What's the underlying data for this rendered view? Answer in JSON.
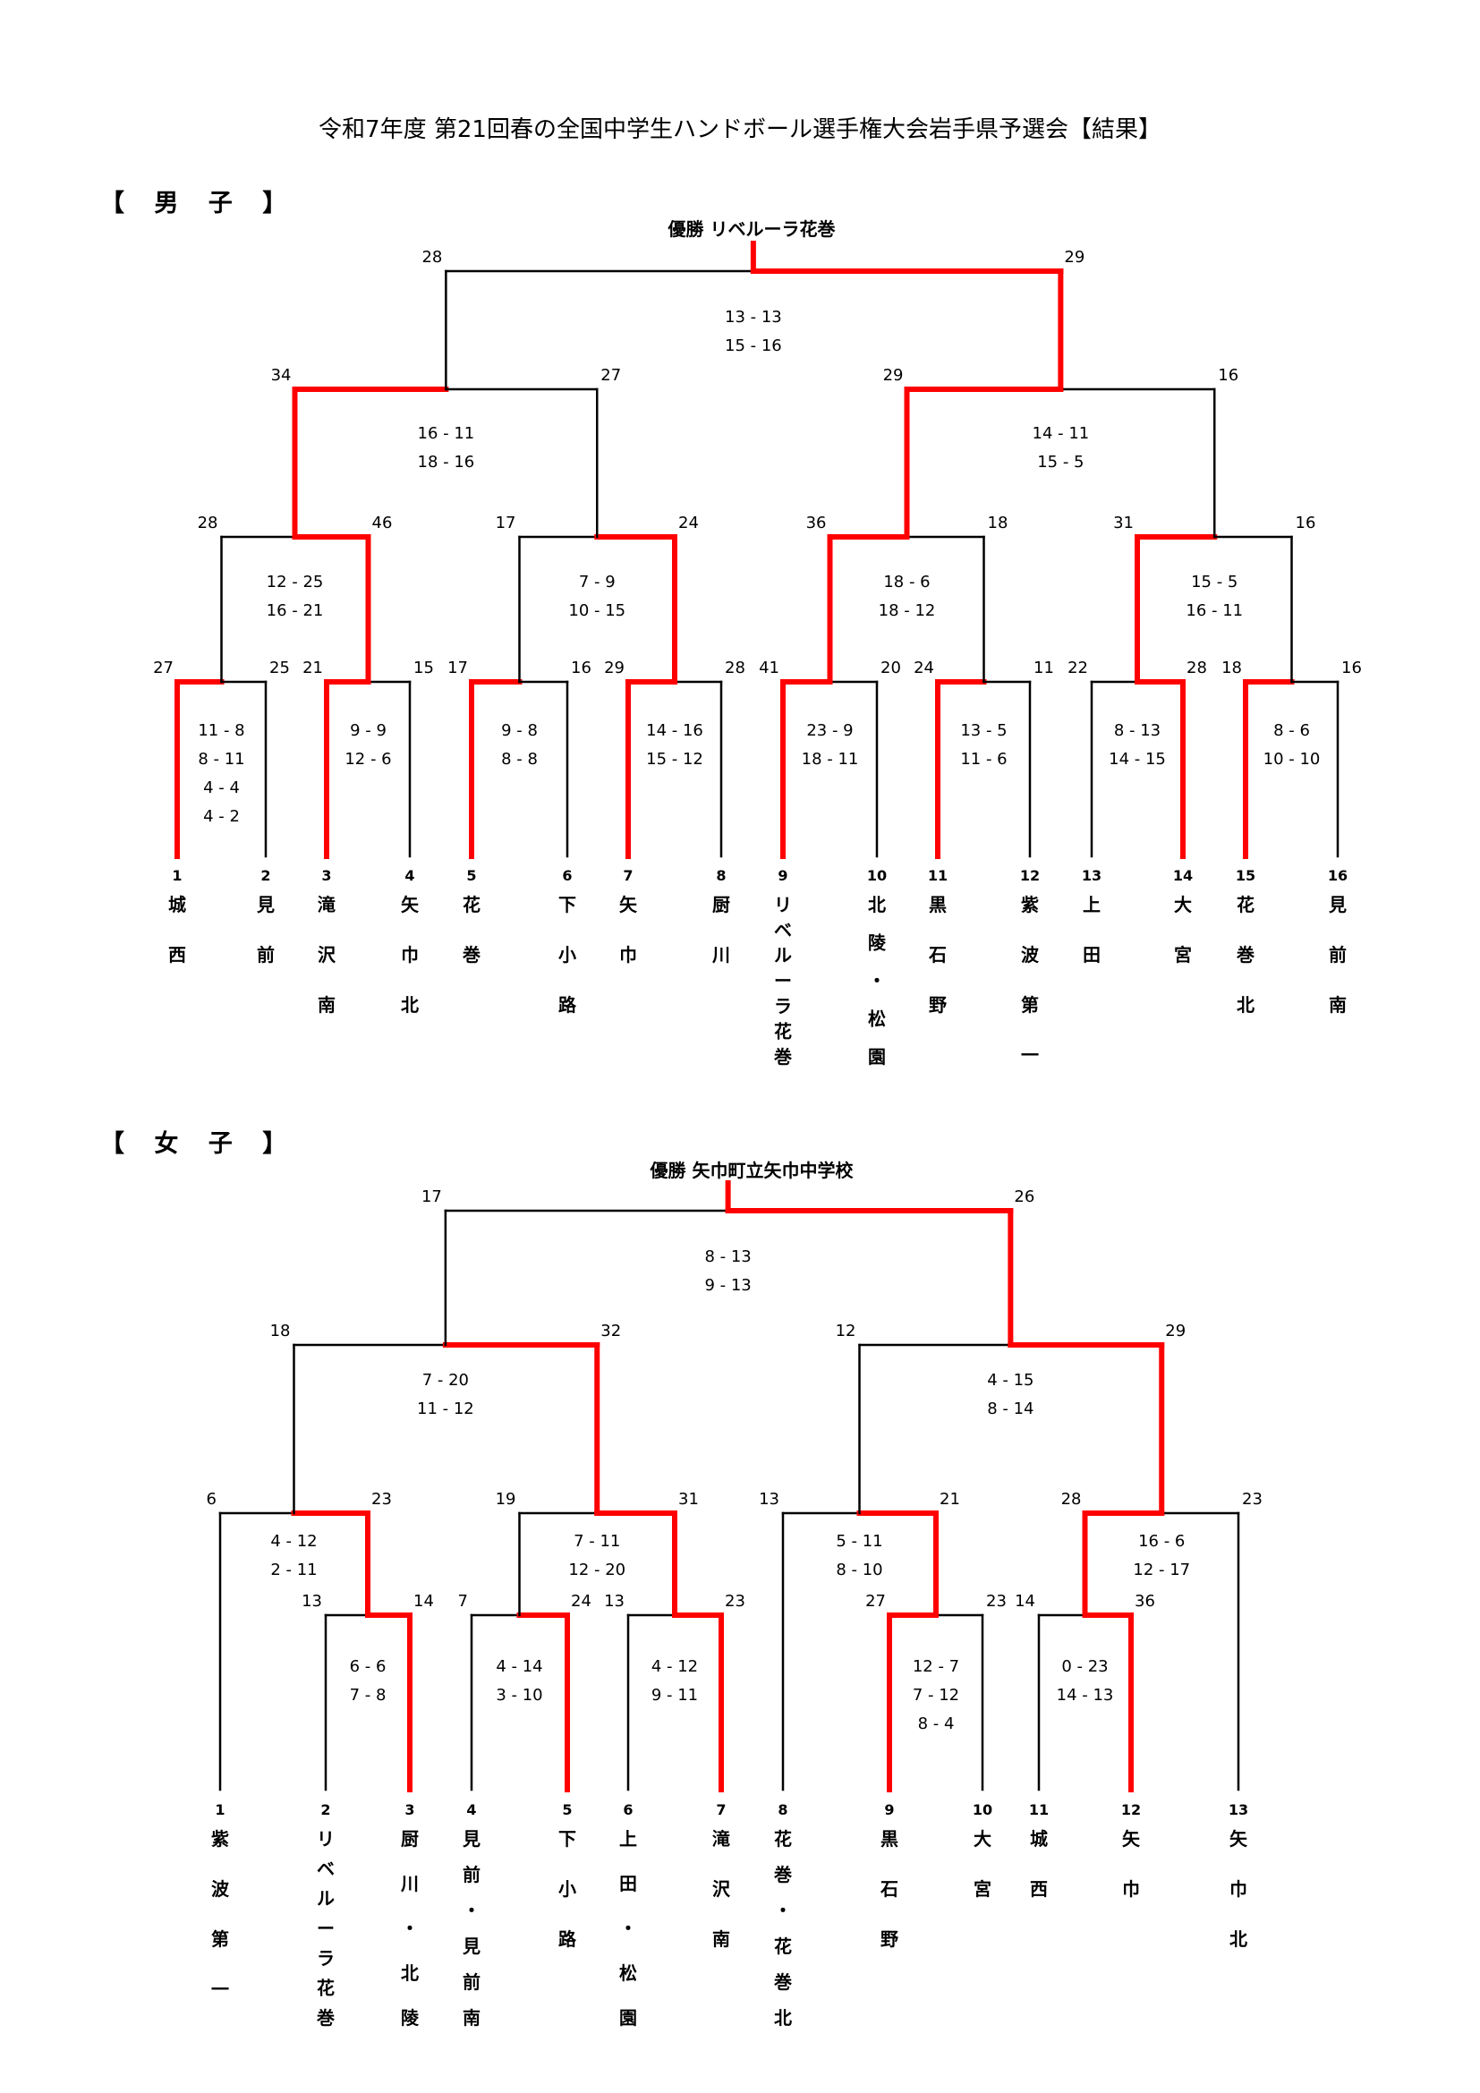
{
  "title": "令和7年度 第21回春の全国中学生ハンドボール選手権大会岩手県予選会【結果】",
  "boys": {
    "label": "【 男 子 】",
    "champion_label": "優勝 リベルーラ花巻",
    "accent_color": "#ff0000",
    "teams": [
      {
        "no": "1",
        "name": "城西"
      },
      {
        "no": "2",
        "name": "見前"
      },
      {
        "no": "3",
        "name": "滝沢南"
      },
      {
        "no": "4",
        "name": "矢巾北"
      },
      {
        "no": "5",
        "name": "花巻"
      },
      {
        "no": "6",
        "name": "下小路"
      },
      {
        "no": "7",
        "name": "矢巾"
      },
      {
        "no": "8",
        "name": "厨川"
      },
      {
        "no": "9",
        "name": "リベルーラ花巻"
      },
      {
        "no": "10",
        "name": "北陵・松園"
      },
      {
        "no": "11",
        "name": "黒石野"
      },
      {
        "no": "12",
        "name": "紫波第一"
      },
      {
        "no": "13",
        "name": "上田"
      },
      {
        "no": "14",
        "name": "大宮"
      },
      {
        "no": "15",
        "name": "花巻北"
      },
      {
        "no": "16",
        "name": "見前南"
      }
    ],
    "matches": [
      {
        "id": "r1-1",
        "left_total": "27",
        "right_total": "25",
        "halves": [
          [
            "11",
            "8"
          ],
          [
            "8",
            "11"
          ],
          [
            "4",
            "4"
          ],
          [
            "4",
            "2"
          ]
        ],
        "winner": "left"
      },
      {
        "id": "r1-2",
        "left_total": "21",
        "right_total": "15",
        "halves": [
          [
            "9",
            "9"
          ],
          [
            "12",
            "6"
          ]
        ],
        "winner": "left"
      },
      {
        "id": "r1-3",
        "left_total": "17",
        "right_total": "16",
        "halves": [
          [
            "9",
            "8"
          ],
          [
            "8",
            "8"
          ]
        ],
        "winner": "left"
      },
      {
        "id": "r1-4",
        "left_total": "29",
        "right_total": "28",
        "halves": [
          [
            "14",
            "16"
          ],
          [
            "15",
            "12"
          ]
        ],
        "winner": "left"
      },
      {
        "id": "r1-5",
        "left_total": "41",
        "right_total": "20",
        "halves": [
          [
            "23",
            "9"
          ],
          [
            "18",
            "11"
          ]
        ],
        "winner": "left"
      },
      {
        "id": "r1-6",
        "left_total": "24",
        "right_total": "11",
        "halves": [
          [
            "13",
            "5"
          ],
          [
            "11",
            "6"
          ]
        ],
        "winner": "left"
      },
      {
        "id": "r1-7",
        "left_total": "22",
        "right_total": "28",
        "halves": [
          [
            "8",
            "13"
          ],
          [
            "14",
            "15"
          ]
        ],
        "winner": "right"
      },
      {
        "id": "r1-8",
        "left_total": "18",
        "right_total": "16",
        "halves": [
          [
            "8",
            "6"
          ],
          [
            "10",
            "10"
          ]
        ],
        "winner": "left"
      },
      {
        "id": "r2-1",
        "left_total": "28",
        "right_total": "46",
        "halves": [
          [
            "12",
            "25"
          ],
          [
            "16",
            "21"
          ]
        ],
        "winner": "right"
      },
      {
        "id": "r2-2",
        "left_total": "17",
        "right_total": "24",
        "halves": [
          [
            "7",
            "9"
          ],
          [
            "10",
            "15"
          ]
        ],
        "winner": "right"
      },
      {
        "id": "r2-3",
        "left_total": "36",
        "right_total": "18",
        "halves": [
          [
            "18",
            "6"
          ],
          [
            "18",
            "12"
          ]
        ],
        "winner": "left"
      },
      {
        "id": "r2-4",
        "left_total": "31",
        "right_total": "16",
        "halves": [
          [
            "15",
            "5"
          ],
          [
            "16",
            "11"
          ]
        ],
        "winner": "left"
      },
      {
        "id": "sf-1",
        "left_total": "34",
        "right_total": "27",
        "halves": [
          [
            "16",
            "11"
          ],
          [
            "18",
            "16"
          ]
        ],
        "winner": "left"
      },
      {
        "id": "sf-2",
        "left_total": "29",
        "right_total": "16",
        "halves": [
          [
            "14",
            "11"
          ],
          [
            "15",
            "5"
          ]
        ],
        "winner": "left"
      },
      {
        "id": "final",
        "left_total": "28",
        "right_total": "29",
        "halves": [
          [
            "13",
            "13"
          ],
          [
            "15",
            "16"
          ]
        ],
        "winner": "right"
      }
    ]
  },
  "girls": {
    "label": "【 女 子 】",
    "champion_label": "優勝 矢巾町立矢巾中学校",
    "accent_color": "#ff0000",
    "teams": [
      {
        "no": "1",
        "name": "紫波第一"
      },
      {
        "no": "2",
        "name": "リベルーラ花巻"
      },
      {
        "no": "3",
        "name": "厨川・北陵"
      },
      {
        "no": "4",
        "name": "見前・見前南"
      },
      {
        "no": "5",
        "name": "下小路"
      },
      {
        "no": "6",
        "name": "上田・松園"
      },
      {
        "no": "7",
        "name": "滝沢南"
      },
      {
        "no": "8",
        "name": "花巻・花巻北"
      },
      {
        "no": "9",
        "name": "黒石野"
      },
      {
        "no": "10",
        "name": "大宮"
      },
      {
        "no": "11",
        "name": "城西"
      },
      {
        "no": "12",
        "name": "矢巾"
      },
      {
        "no": "13",
        "name": "矢巾北"
      }
    ],
    "matches": [
      {
        "id": "r1-a",
        "left_total": "13",
        "right_total": "14",
        "halves": [
          [
            "6",
            "6"
          ],
          [
            "7",
            "8"
          ]
        ],
        "winner": "right"
      },
      {
        "id": "r1-b",
        "left_total": "7",
        "right_total": "24",
        "halves": [
          [
            "4",
            "14"
          ],
          [
            "3",
            "10"
          ]
        ],
        "winner": "right"
      },
      {
        "id": "r1-c",
        "left_total": "13",
        "right_total": "23",
        "halves": [
          [
            "4",
            "12"
          ],
          [
            "9",
            "11"
          ]
        ],
        "winner": "right"
      },
      {
        "id": "r1-d",
        "left_total": "27",
        "right_total": "23",
        "halves": [
          [
            "12",
            "7"
          ],
          [
            "7",
            "12"
          ],
          [
            "8",
            "4"
          ]
        ],
        "winner": "left"
      },
      {
        "id": "r1-e",
        "left_total": "14",
        "right_total": "36",
        "halves": [
          [
            "0",
            "23"
          ],
          [
            "14",
            "13"
          ]
        ],
        "winner": "right"
      },
      {
        "id": "r2-a",
        "left_total": "6",
        "right_total": "23",
        "halves": [
          [
            "4",
            "12"
          ],
          [
            "2",
            "11"
          ]
        ],
        "winner": "right"
      },
      {
        "id": "r2-b",
        "left_total": "19",
        "right_total": "31",
        "halves": [
          [
            "7",
            "11"
          ],
          [
            "12",
            "20"
          ]
        ],
        "winner": "right"
      },
      {
        "id": "r2-c",
        "left_total": "13",
        "right_total": "21",
        "halves": [
          [
            "5",
            "11"
          ],
          [
            "8",
            "10"
          ]
        ],
        "winner": "right"
      },
      {
        "id": "r2-d",
        "left_total": "28",
        "right_total": "23",
        "halves": [
          [
            "16",
            "6"
          ],
          [
            "12",
            "17"
          ]
        ],
        "winner": "left"
      },
      {
        "id": "sf-a",
        "left_total": "18",
        "right_total": "32",
        "halves": [
          [
            "7",
            "20"
          ],
          [
            "11",
            "12"
          ]
        ],
        "winner": "right"
      },
      {
        "id": "sf-b",
        "left_total": "12",
        "right_total": "29",
        "halves": [
          [
            "4",
            "15"
          ],
          [
            "8",
            "14"
          ]
        ],
        "winner": "right"
      },
      {
        "id": "final",
        "left_total": "17",
        "right_total": "26",
        "halves": [
          [
            "8",
            "13"
          ],
          [
            "9",
            "13"
          ]
        ],
        "winner": "right"
      }
    ]
  }
}
